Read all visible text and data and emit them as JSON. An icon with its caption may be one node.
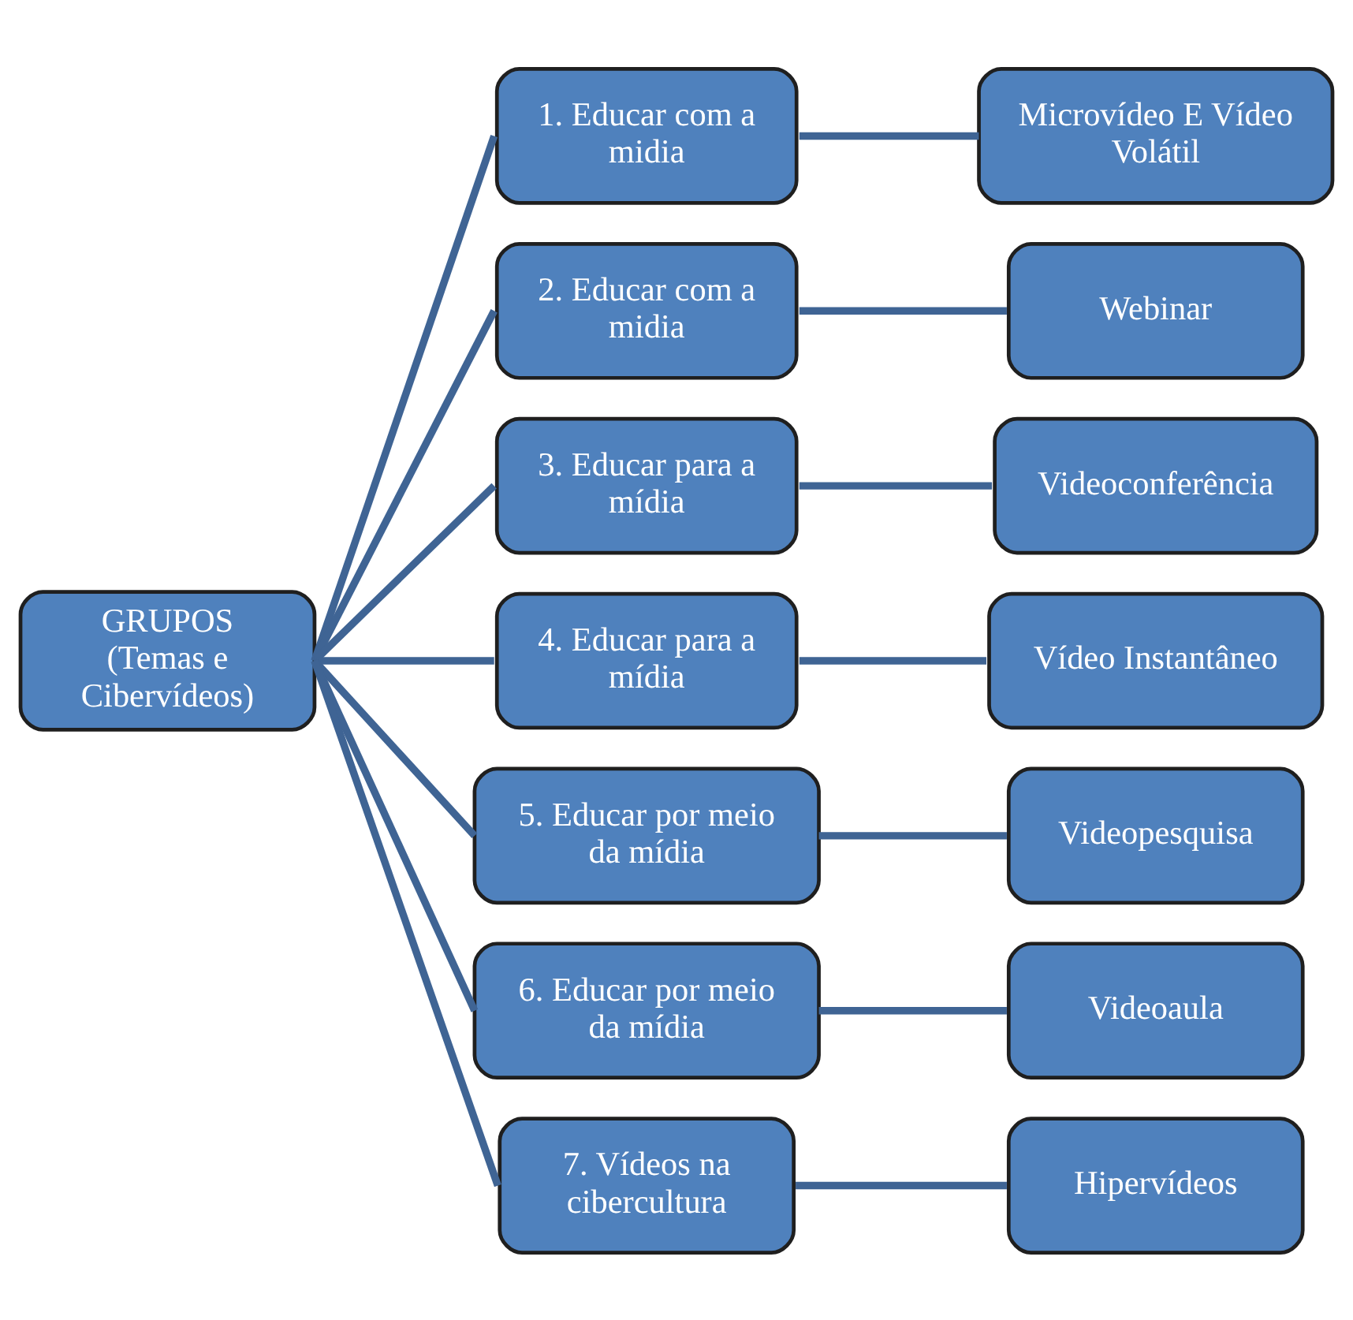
{
  "diagram": {
    "nodes": [
      {
        "text": [
          "GRUPOS",
          "(Temas e Cibervídeos)"
        ]
      },
      {
        "text": [
          "1. Educar com a midia"
        ]
      },
      {
        "text": [
          "2. Educar com a midia"
        ]
      },
      {
        "text": [
          "3. Educar para a mídia"
        ]
      },
      {
        "text": [
          "4. Educar para a mídia"
        ]
      },
      {
        "text": [
          "5. Educar por meio da mídia"
        ]
      },
      {
        "text": [
          "6. Educar por meio da mídia"
        ]
      },
      {
        "text": [
          "7. Vídeos na cibercultura"
        ]
      },
      {
        "text": [
          "Microvídeo E Vídeo Volátil"
        ]
      },
      {
        "text": [
          "Webinar"
        ]
      },
      {
        "text": [
          "Videoconferência"
        ]
      },
      {
        "text": [
          "Vídeo Instantâneo"
        ]
      },
      {
        "text": [
          "Videopesquisa"
        ]
      },
      {
        "text": [
          "Videoaula"
        ]
      },
      {
        "text": [
          "Hipervídeos"
        ]
      }
    ],
    "edges": [
      {
        "from": 0,
        "to": 1,
        "arrow": "none"
      },
      {
        "from": 0,
        "to": 2,
        "arrow": "none"
      },
      {
        "from": 0,
        "to": 3,
        "arrow": "none"
      },
      {
        "from": 0,
        "to": 4,
        "arrow": "none"
      },
      {
        "from": 0,
        "to": 5,
        "arrow": "none"
      },
      {
        "from": 0,
        "to": 6,
        "arrow": "none"
      },
      {
        "from": 0,
        "to": 7,
        "arrow": "none"
      },
      {
        "from": 1,
        "to": 8,
        "arrow": "none"
      },
      {
        "from": 2,
        "to": 9,
        "arrow": "none"
      },
      {
        "from": 3,
        "to": 10,
        "arrow": "none"
      },
      {
        "from": 4,
        "to": 11,
        "arrow": "none"
      },
      {
        "from": 5,
        "to": 12,
        "arrow": "none"
      },
      {
        "from": 6,
        "to": 13,
        "arrow": "none"
      },
      {
        "from": 7,
        "to": 14,
        "arrow": "none"
      }
    ]
  }
}
